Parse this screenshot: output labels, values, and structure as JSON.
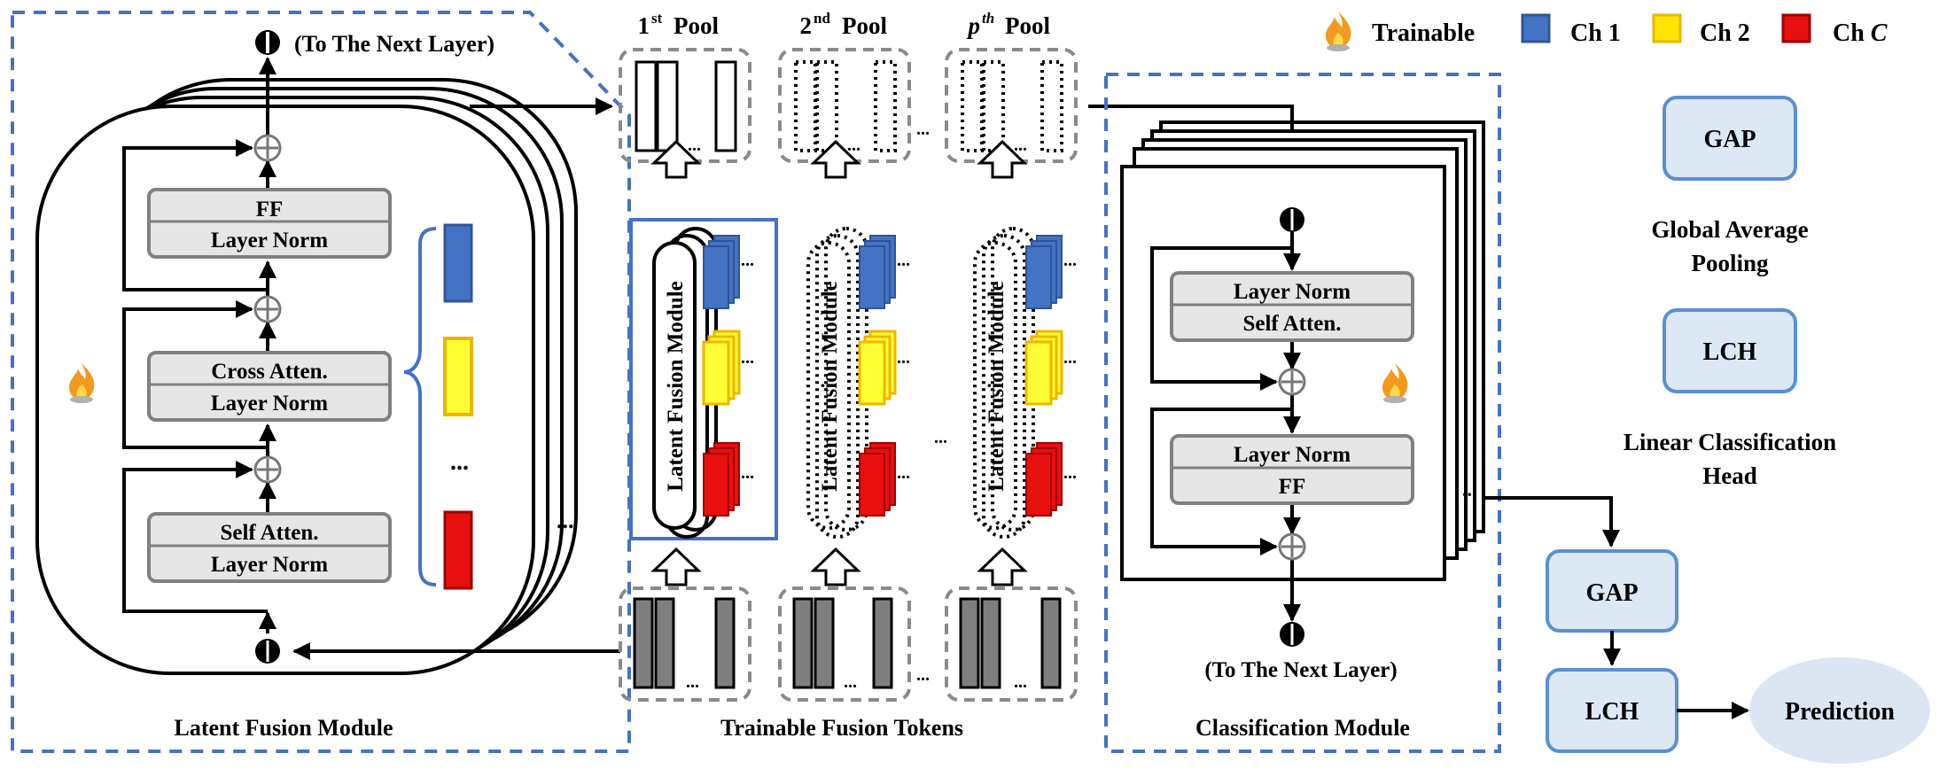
{
  "legend": {
    "trainable": "Trainable",
    "ch1": "Ch 1",
    "ch2": "Ch 2",
    "chC": "Ch C",
    "colors": {
      "ch1": "#4472c4",
      "ch2": "#ffe500",
      "chC": "#e8100f"
    }
  },
  "latent_module": {
    "to_next_layer": "(To The Next Layer)",
    "ff": "FF",
    "layer_norm": "Layer Norm",
    "cross_atten": "Cross Atten.",
    "self_atten": "Self Atten.",
    "ellipsis": "...",
    "caption": "Latent Fusion Module"
  },
  "pools": {
    "items": [
      {
        "base": "1",
        "sup": "st",
        "word": "Pool"
      },
      {
        "base": "2",
        "sup": "nd",
        "word": "Pool"
      },
      {
        "base": "p",
        "sup": "th",
        "word": "Pool"
      }
    ],
    "module_label": "Latent Fusion Module",
    "tokens_caption": "Trainable Fusion Tokens"
  },
  "classification_module": {
    "layer_norm": "Layer Norm",
    "self_atten": "Self Atten.",
    "ff": "FF",
    "to_next_layer": "(To The Next Layer)",
    "caption": "Classification Module"
  },
  "side": {
    "gap": "GAP",
    "gap_desc_1": "Global Average",
    "gap_desc_2": "Pooling",
    "lch": "LCH",
    "lch_desc_1": "Linear Classification",
    "lch_desc_2": "Head",
    "prediction": "Prediction"
  }
}
